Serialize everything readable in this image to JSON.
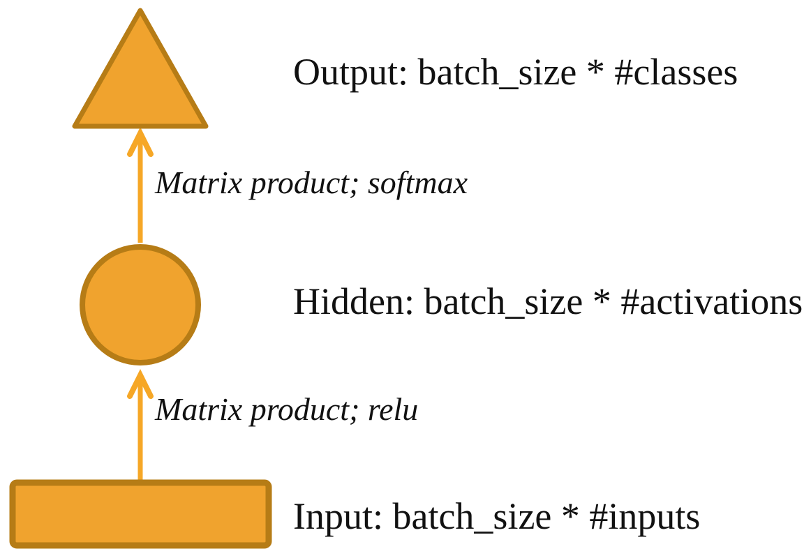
{
  "diagram": {
    "nodes": [
      {
        "id": "output",
        "shape": "triangle",
        "label": "Output: batch_size * #classes"
      },
      {
        "id": "hidden",
        "shape": "circle",
        "label": "Hidden: batch_size * #activations"
      },
      {
        "id": "input",
        "shape": "rectangle",
        "label": "Input: batch_size * #inputs"
      }
    ],
    "edges": [
      {
        "from": "hidden",
        "to": "output",
        "label": "Matrix product; softmax"
      },
      {
        "from": "input",
        "to": "hidden",
        "label": "Matrix product; relu"
      }
    ],
    "colors": {
      "shape_fill": "#F0A32E",
      "shape_stroke": "#B67C16",
      "arrow": "#F6A726",
      "text": "#111111",
      "background": "#FFFFFF"
    }
  }
}
